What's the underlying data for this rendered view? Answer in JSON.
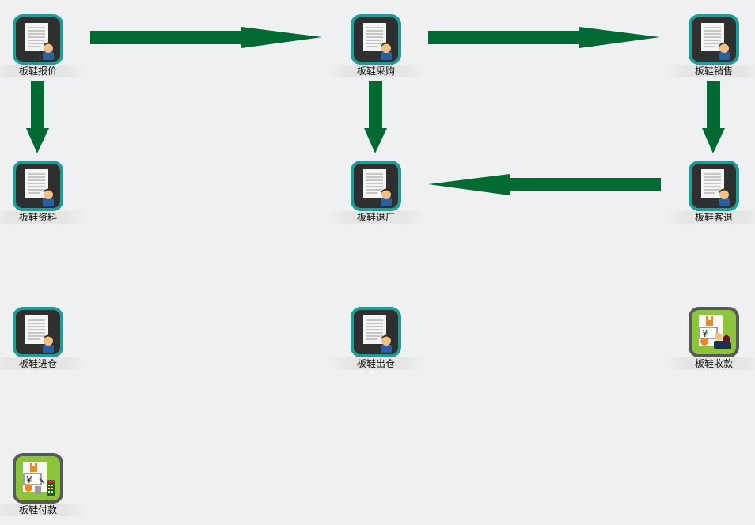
{
  "nodes": [
    {
      "id": "quote",
      "label": "板鞋报价",
      "icon": "doc"
    },
    {
      "id": "purchase",
      "label": "板鞋采购",
      "icon": "doc"
    },
    {
      "id": "sales",
      "label": "板鞋销售",
      "icon": "doc"
    },
    {
      "id": "info",
      "label": "板鞋资料",
      "icon": "doc"
    },
    {
      "id": "return-factory",
      "label": "板鞋退厂",
      "icon": "doc"
    },
    {
      "id": "customer-return",
      "label": "板鞋客退",
      "icon": "doc"
    },
    {
      "id": "stock-in",
      "label": "板鞋进仓",
      "icon": "doc"
    },
    {
      "id": "stock-out",
      "label": "板鞋出仓",
      "icon": "doc"
    },
    {
      "id": "receipt",
      "label": "板鞋收款",
      "icon": "money-receive"
    },
    {
      "id": "payment",
      "label": "板鞋付款",
      "icon": "money-pay"
    }
  ],
  "edges": [
    {
      "from": "quote",
      "to": "purchase"
    },
    {
      "from": "purchase",
      "to": "sales"
    },
    {
      "from": "quote",
      "to": "info"
    },
    {
      "from": "purchase",
      "to": "return-factory"
    },
    {
      "from": "sales",
      "to": "customer-return"
    },
    {
      "from": "customer-return",
      "to": "return-factory"
    }
  ],
  "colors": {
    "arrow": "#006a32",
    "doc_border": "#1f9c98",
    "money_bg": "#8cc43c"
  }
}
